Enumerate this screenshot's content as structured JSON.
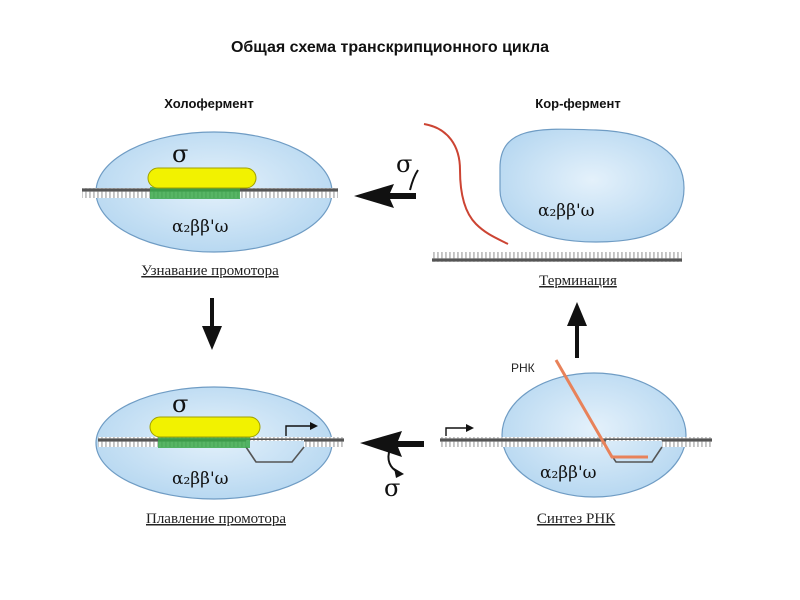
{
  "title": "Общая схема транскрипционного цикла",
  "headings": {
    "holoenzyme": "Холофермент",
    "core_enzyme": "Кор-фермент"
  },
  "stages": {
    "recognition": "Узнавание промотора",
    "melting": "Плавление промотора",
    "synthesis": "Синтез РНК",
    "termination": "Терминация"
  },
  "symbols": {
    "sigma": "σ",
    "polymerase": "α₂ββ'ω",
    "rna": "РНК"
  },
  "colors": {
    "enzyme_fill": "#bcdcf2",
    "enzyme_edge": "#6f9cc4",
    "sigma_factor": "#f2f200",
    "promoter": "#3aa84a",
    "rna": "#e8825a",
    "rna_terminated": "#cc4433",
    "arrow": "#111111"
  }
}
